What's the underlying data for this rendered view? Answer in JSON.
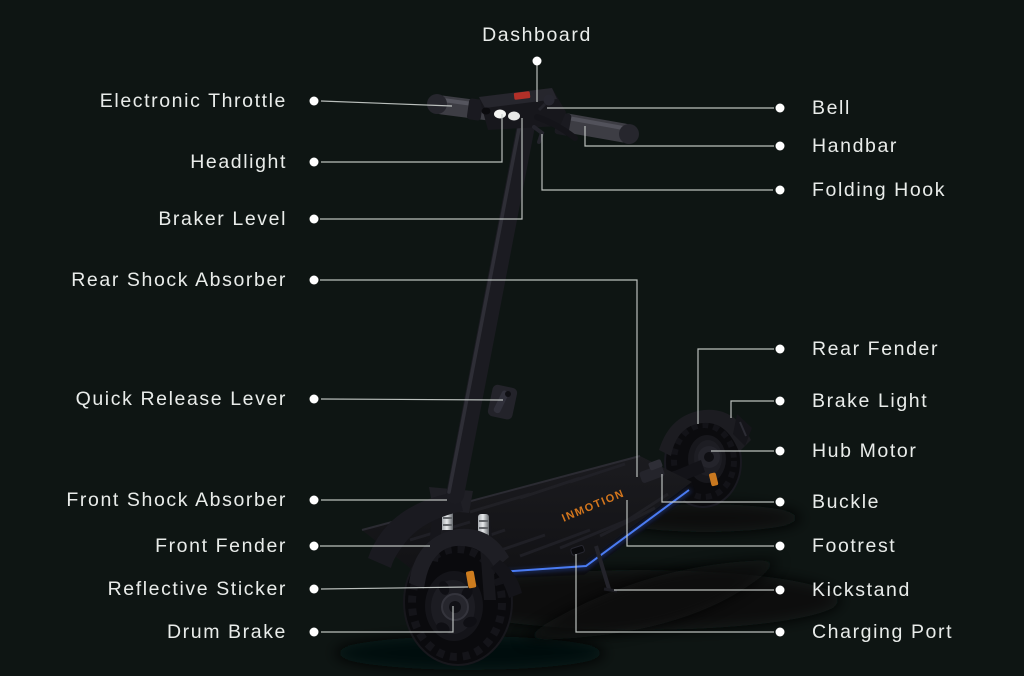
{
  "background_color": "#0e1513",
  "style": {
    "label_text_color": "#e9ecea",
    "callout_line_color": "#c9cecb",
    "callout_dot_color": "#ffffff",
    "logo_orange": "#d4761d",
    "led_strip_blue": "#3766e8",
    "dashboard_logo_red": "#b23028",
    "reflective_sticker_orange": "#cd7c1e"
  },
  "diagram": {
    "subject": "Electric kick scooter labeled parts diagram",
    "deck_logo": "INMOTION",
    "callouts": {
      "top": [
        {
          "label": "Dashboard"
        }
      ],
      "left": [
        {
          "label": "Electronic Throttle"
        },
        {
          "label": "Headlight"
        },
        {
          "label": "Braker Level"
        },
        {
          "label": "Rear Shock Absorber"
        },
        {
          "label": "Quick Release Lever"
        },
        {
          "label": "Front Shock Absorber"
        },
        {
          "label": "Front Fender"
        },
        {
          "label": "Reflective Sticker"
        },
        {
          "label": "Drum Brake"
        }
      ],
      "right": [
        {
          "label": "Bell"
        },
        {
          "label": "Handbar"
        },
        {
          "label": "Folding Hook"
        },
        {
          "label": "Rear Fender"
        },
        {
          "label": "Brake Light"
        },
        {
          "label": "Hub Motor"
        },
        {
          "label": "Buckle"
        },
        {
          "label": "Footrest"
        },
        {
          "label": "Kickstand"
        },
        {
          "label": "Charging Port"
        }
      ]
    }
  }
}
